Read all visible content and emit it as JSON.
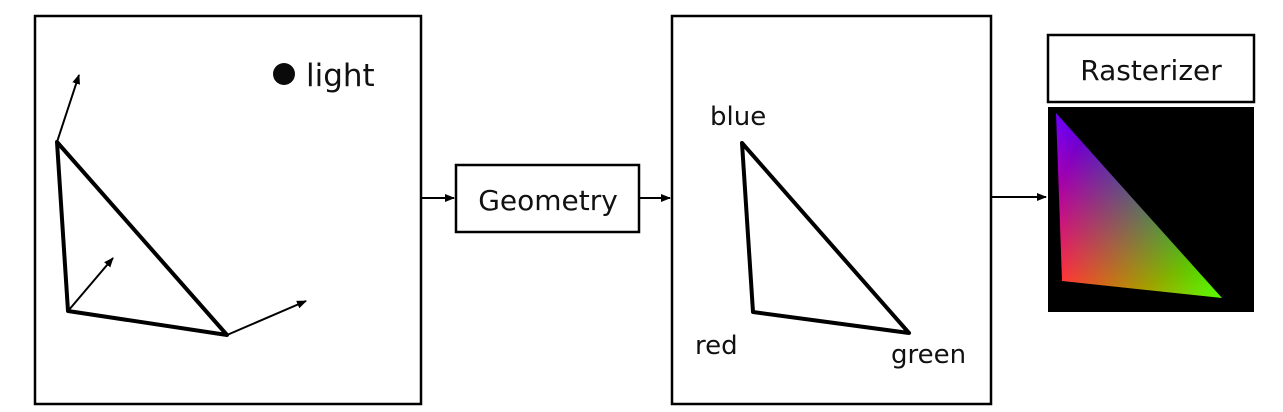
{
  "panel1": {
    "light_label": "light"
  },
  "geometry": {
    "label": "Geometry"
  },
  "panel2": {
    "vertex_labels": {
      "blue": "blue",
      "red": "red",
      "green": "green"
    }
  },
  "rasterizer": {
    "label": "Rasterizer",
    "vertex_colors": {
      "top": "#0000ff",
      "bottom_left": "#ff0000",
      "bottom_right": "#00ff00"
    },
    "background": "#000000"
  },
  "colors": {
    "stroke": "#000000",
    "light_dot": "#0a0a0a"
  }
}
